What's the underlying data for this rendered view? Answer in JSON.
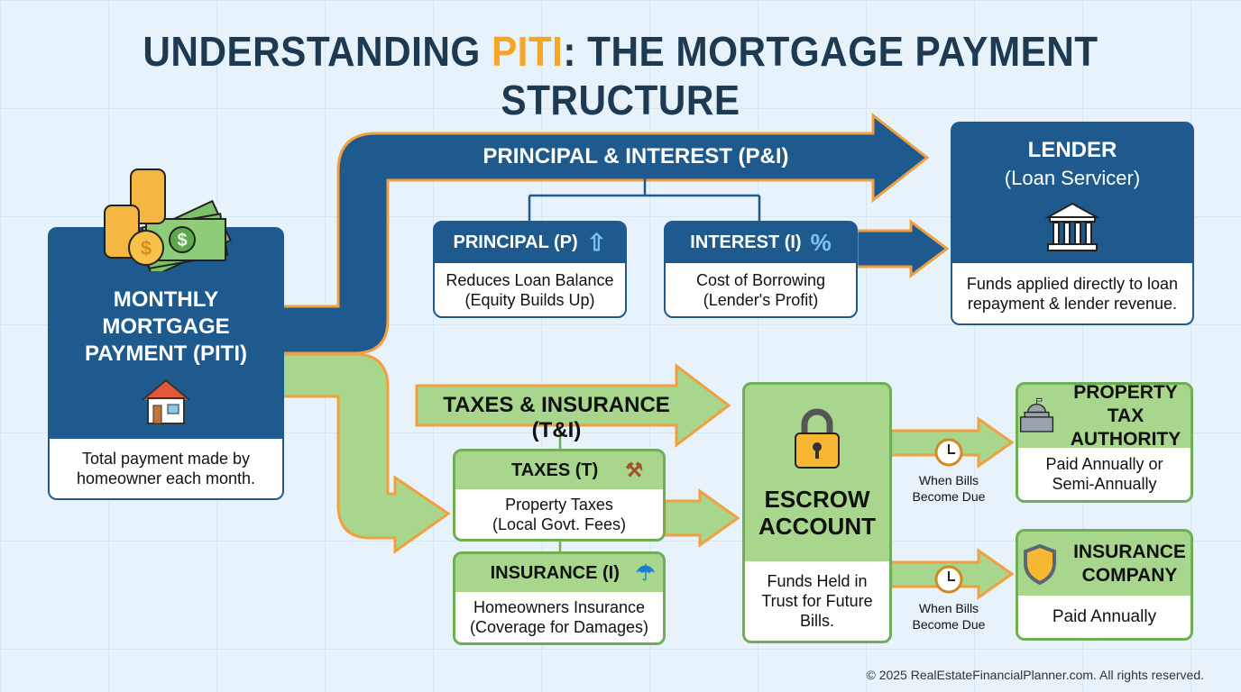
{
  "title": {
    "pre": "UNDERSTANDING ",
    "highlight": "PITI",
    "post": ": THE MORTGAGE PAYMENT STRUCTURE"
  },
  "colors": {
    "navy": "#1f5a8f",
    "green": "#a8d68d",
    "orange": "#f0a040",
    "title": "#1d3a52",
    "highlight": "#f5a623"
  },
  "monthly": {
    "title_lines": [
      "MONTHLY",
      "MORTGAGE",
      "PAYMENT (PITI)"
    ],
    "desc": "Total payment made by homeowner each month.",
    "icons": [
      "money-icon",
      "house-icon"
    ]
  },
  "pi": {
    "label": "PRINCIPAL & INTEREST (P&I)",
    "principal": {
      "title": "PRINCIPAL (P)",
      "desc_lines": [
        "Reduces Loan Balance",
        "(Equity Builds Up)"
      ],
      "icon": "arrow-up-icon"
    },
    "interest": {
      "title": "INTEREST (I)",
      "desc_lines": [
        "Cost of Borrowing",
        "(Lender's Profit)"
      ],
      "icon": "percent-icon"
    }
  },
  "lender": {
    "title": "LENDER",
    "subtitle": "(Loan Servicer)",
    "desc_lines": [
      "Funds applied directly to loan",
      "repayment & lender revenue."
    ],
    "icon": "bank-icon"
  },
  "ti": {
    "label": "TAXES & INSURANCE (T&I)",
    "taxes": {
      "title": "TAXES (T)",
      "desc_lines": [
        "Property Taxes",
        "(Local Govt. Fees)"
      ],
      "icon": "gavel-icon"
    },
    "insurance": {
      "title": "INSURANCE (I)",
      "desc_lines": [
        "Homeowners Insurance",
        "(Coverage for Damages)"
      ],
      "icon": "umbrella-icon"
    }
  },
  "escrow": {
    "title_lines": [
      "ESCROW",
      "ACCOUNT"
    ],
    "desc_lines": [
      "Funds Held in",
      "Trust for Future",
      "Bills."
    ],
    "icon": "lock-icon"
  },
  "when_due": [
    "When Bills",
    "Become Due"
  ],
  "property_tax": {
    "title_lines": [
      "PROPERTY TAX",
      "AUTHORITY"
    ],
    "desc_lines": [
      "Paid Annually or",
      "Semi-Annually"
    ],
    "icon": "government-building-icon"
  },
  "insurance_co": {
    "title_lines": [
      "INSURANCE",
      "COMPANY"
    ],
    "desc": "Paid Annually",
    "icon": "shield-icon"
  },
  "footer": "© 2025 RealEstateFinancialPlanner.com. All rights reserved."
}
